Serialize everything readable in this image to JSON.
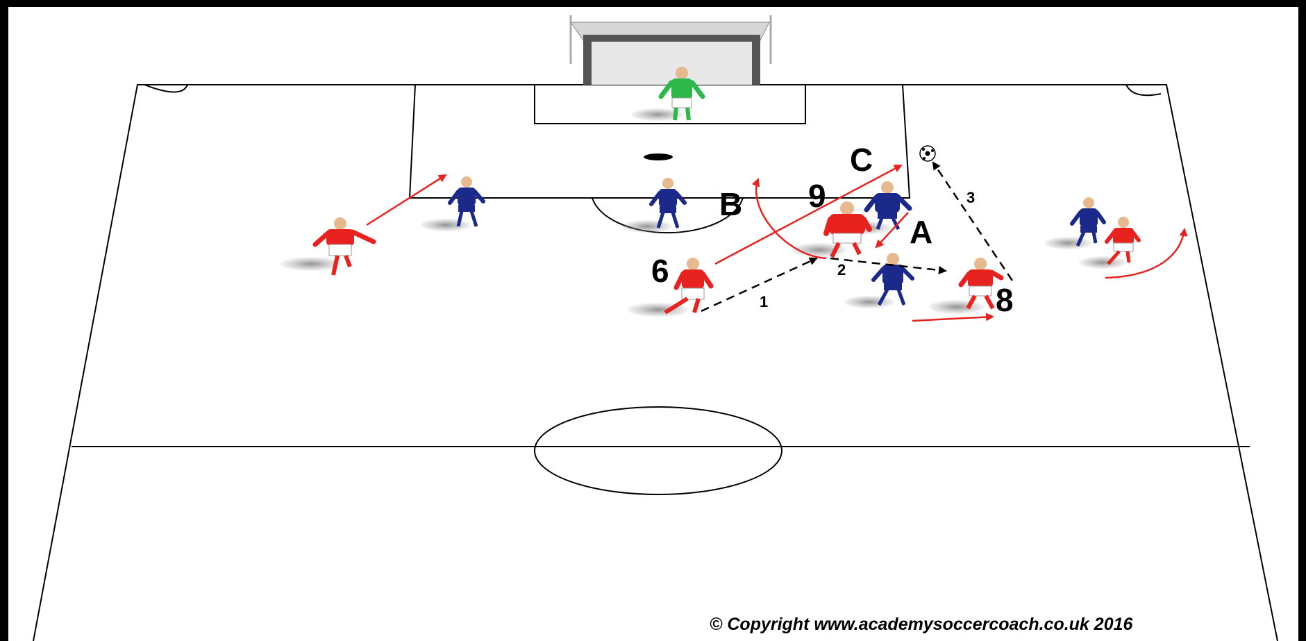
{
  "diagram": {
    "player_labels": {
      "six": "6",
      "eight": "8",
      "nine": "9",
      "a": "A",
      "b": "B",
      "c": "C"
    },
    "pass_labels": {
      "one": "1",
      "two": "2",
      "three": "3"
    },
    "copyright": "© Copyright www.academysoccercoach.co.uk 2016"
  },
  "colors": {
    "attacker_shirt": "#e8231f",
    "defender_shirt": "#1b2a8a",
    "goalkeeper_shirt": "#2db84a",
    "movement_arrow": "#e8231f",
    "pass_arrow": "#000000",
    "pitch": "#ffffff",
    "lines": "#000000"
  }
}
